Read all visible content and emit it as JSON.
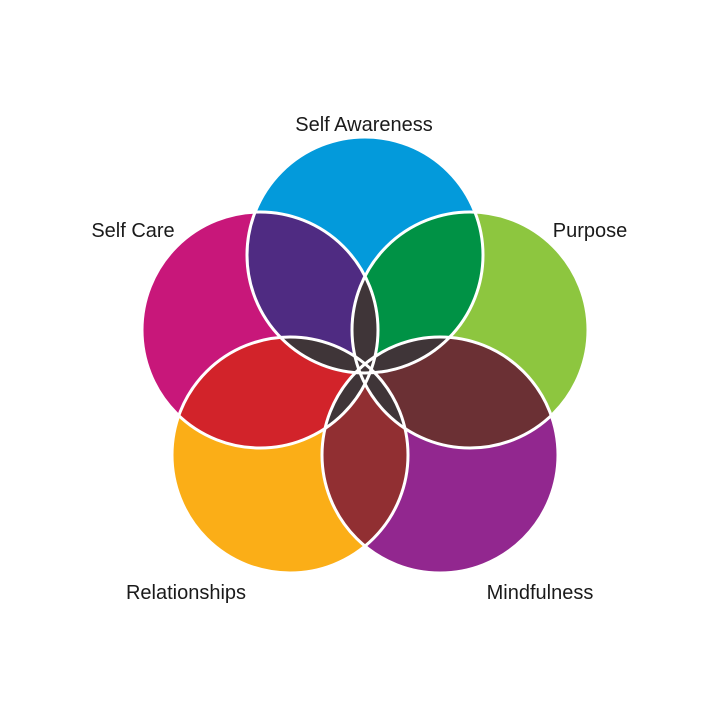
{
  "diagram": {
    "type": "five-circle-venn",
    "sets": [
      {
        "name": "Self Awareness",
        "color": "#039ADB"
      },
      {
        "name": "Purpose",
        "color": "#8DC63F"
      },
      {
        "name": "Mindfulness",
        "color": "#92278F"
      },
      {
        "name": "Relationships",
        "color": "#FBAE17"
      },
      {
        "name": "Self Care",
        "color": "#C8177A"
      }
    ],
    "overlaps": [
      {
        "sets": [
          "Self Awareness",
          "Self Care"
        ],
        "color": "#4F2B82"
      },
      {
        "sets": [
          "Self Awareness",
          "Purpose"
        ],
        "color": "#009245"
      },
      {
        "sets": [
          "Purpose",
          "Mindfulness"
        ],
        "color": "#6B3034"
      },
      {
        "sets": [
          "Mindfulness",
          "Relationships"
        ],
        "color": "#912F32"
      },
      {
        "sets": [
          "Self Care",
          "Relationships"
        ],
        "color": "#D2232A"
      }
    ],
    "center_color": "#3F3538",
    "outline_color": "#FFFFFF"
  }
}
